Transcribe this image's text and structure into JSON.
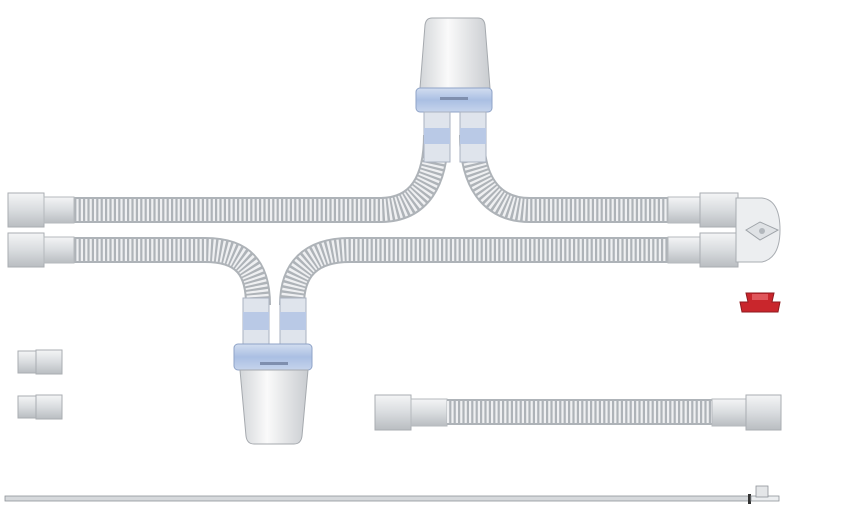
{
  "colors": {
    "tube": "#c9cdd1",
    "tube_rib": "#f3f4f5",
    "cuff": "#dfe2e5",
    "connector_blue": "#b8c8e6",
    "water_trap": "#eceef0",
    "cap_red": "#c9262c"
  },
  "components": [
    {
      "name": "upper-corrugated-tube",
      "icon": "tube"
    },
    {
      "name": "lower-corrugated-tube",
      "icon": "tube"
    },
    {
      "name": "top-water-trap",
      "icon": "water-trap"
    },
    {
      "name": "bottom-water-trap",
      "icon": "water-trap"
    },
    {
      "name": "y-piece",
      "icon": "y-connector"
    },
    {
      "name": "red-cap",
      "icon": "cap"
    },
    {
      "name": "straight-connectors",
      "icon": "connector"
    },
    {
      "name": "short-tube",
      "icon": "tube"
    },
    {
      "name": "sampling-line",
      "icon": "line"
    }
  ]
}
